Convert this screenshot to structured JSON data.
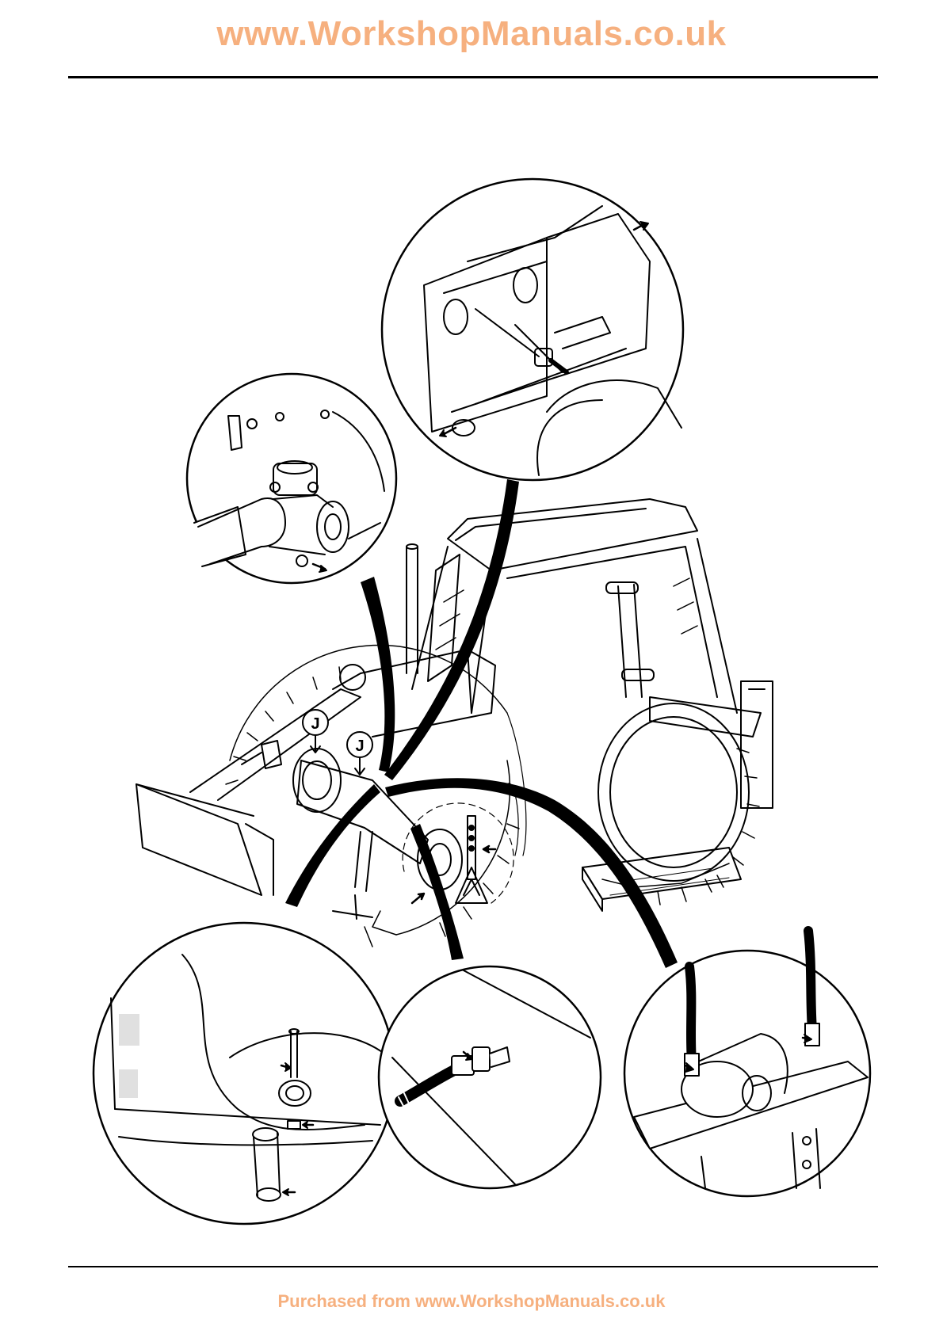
{
  "header": {
    "site_title": "www.WorkshopManuals.co.uk"
  },
  "footer": {
    "purchase_text": "Purchased from www.WorkshopManuals.co.uk"
  },
  "figure": {
    "marker_letter": "J"
  },
  "colors": {
    "brand_orange": "#f6b07f",
    "line": "#000000",
    "background": "#ffffff"
  }
}
